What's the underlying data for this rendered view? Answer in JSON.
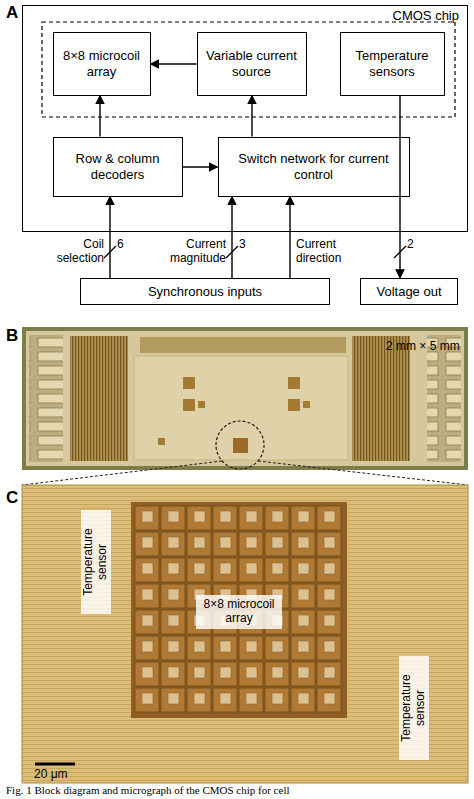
{
  "diagram": {
    "caption": "Fig. 1 Block diagram and micrograph of the CMOS chip for cell",
    "nodes": [
      {
        "text": [
          "CMOS chip"
        ]
      },
      {
        "text": [
          "8×8 microcoil array"
        ],
        "in": 0
      },
      {
        "text": [
          "Variable current source"
        ],
        "in": 0
      },
      {
        "text": [
          "Temperature sensors"
        ],
        "in": 0
      },
      {
        "text": [
          "Row & column decoders"
        ],
        "in": 0
      },
      {
        "text": [
          "Switch network for current control"
        ],
        "in": 0
      },
      {
        "text": [
          "Synchronous inputs"
        ]
      },
      {
        "text": [
          "Voltage out"
        ]
      }
    ],
    "edges": [
      {
        "from": 2,
        "to": 1,
        "arrow": "to"
      },
      {
        "from": 4,
        "to": 1,
        "arrow": "to"
      },
      {
        "from": 4,
        "to": 5,
        "arrow": "to"
      },
      {
        "from": 5,
        "to": 2,
        "arrow": "to"
      },
      {
        "from": 6,
        "to": 4,
        "label": "Coil selection",
        "arrow": "to"
      },
      {
        "from": 6,
        "to": 5,
        "label": "Current magnitude",
        "arrow": "to"
      },
      {
        "from": 6,
        "to": 5,
        "label": "Current direction",
        "arrow": "to"
      },
      {
        "from": 3,
        "to": 7,
        "arrow": "to"
      }
    ],
    "labels": [
      "A",
      "6",
      "3",
      "2",
      "B",
      "2 mm × 5 mm",
      "C",
      "Temperature sensor",
      "8×8 microcoil array",
      "Temperature sensor",
      "20 μm"
    ]
  }
}
